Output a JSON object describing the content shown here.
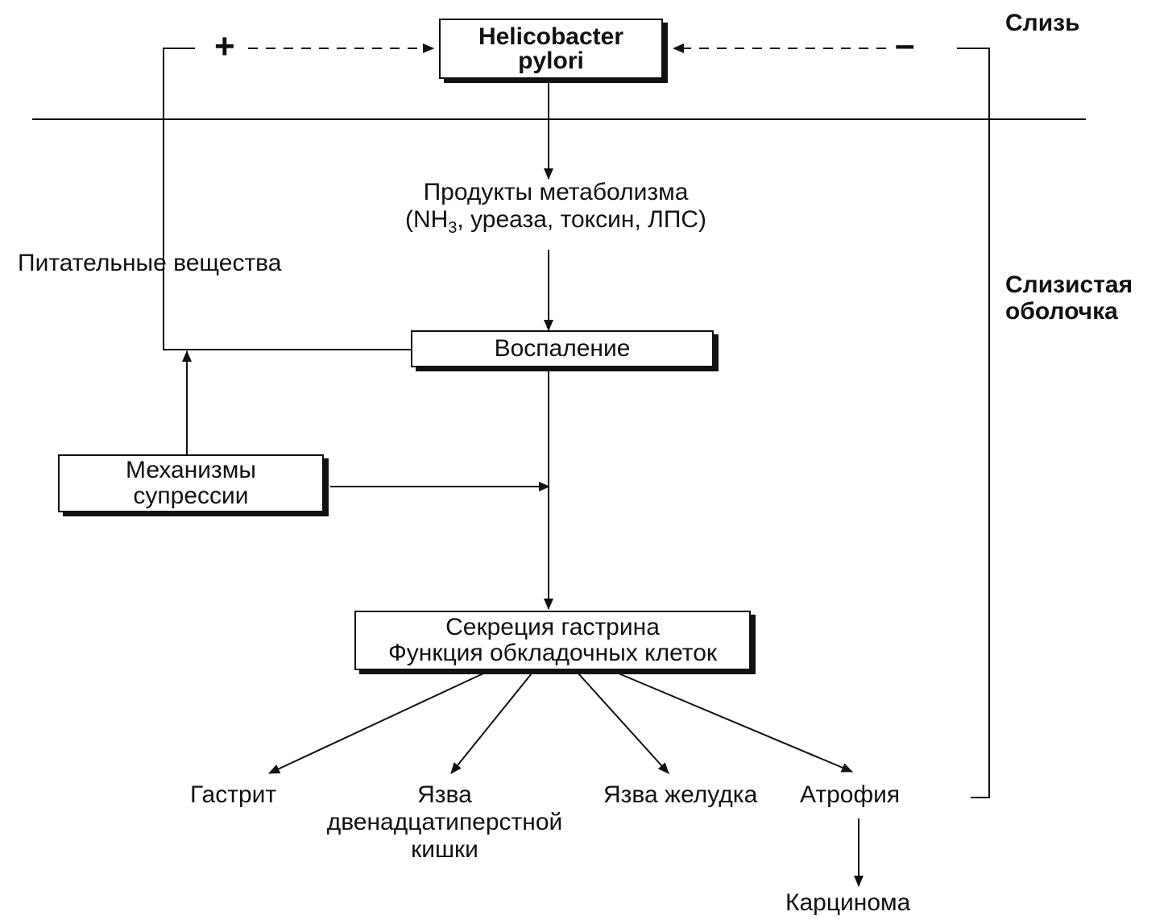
{
  "layers": {
    "mucus": "Слизь",
    "mucosa_line1": "Слизистая",
    "mucosa_line2": "оболочка"
  },
  "nodes": {
    "hp_line1": "Helicobacter",
    "hp_line2": "pylori",
    "metabolism_line1": "Продукты метаболизма",
    "metabolism_line2_pre": "(NH",
    "metabolism_line2_sub": "3",
    "metabolism_line2_post": ", уреаза, токсин, ЛПС)",
    "nutrients": "Питательные вещества",
    "inflammation": "Воспаление",
    "suppression_line1": "Механизмы",
    "suppression_line2": "супрессии",
    "secretion_line1": "Секреция гастрина",
    "secretion_line2": "Функция обкладочных клеток",
    "gastritis": "Гастрит",
    "duodenal_line1": "Язва",
    "duodenal_line2": "двенадцатиперстной",
    "duodenal_line3": "кишки",
    "gastric_ulcer": "Язва желудка",
    "atrophy": "Атрофия",
    "carcinoma": "Карцинома"
  },
  "feedback": {
    "positive_sign": "+",
    "negative_sign": "–"
  },
  "colors": {
    "ink": "#111111",
    "paper": "#ffffff"
  }
}
